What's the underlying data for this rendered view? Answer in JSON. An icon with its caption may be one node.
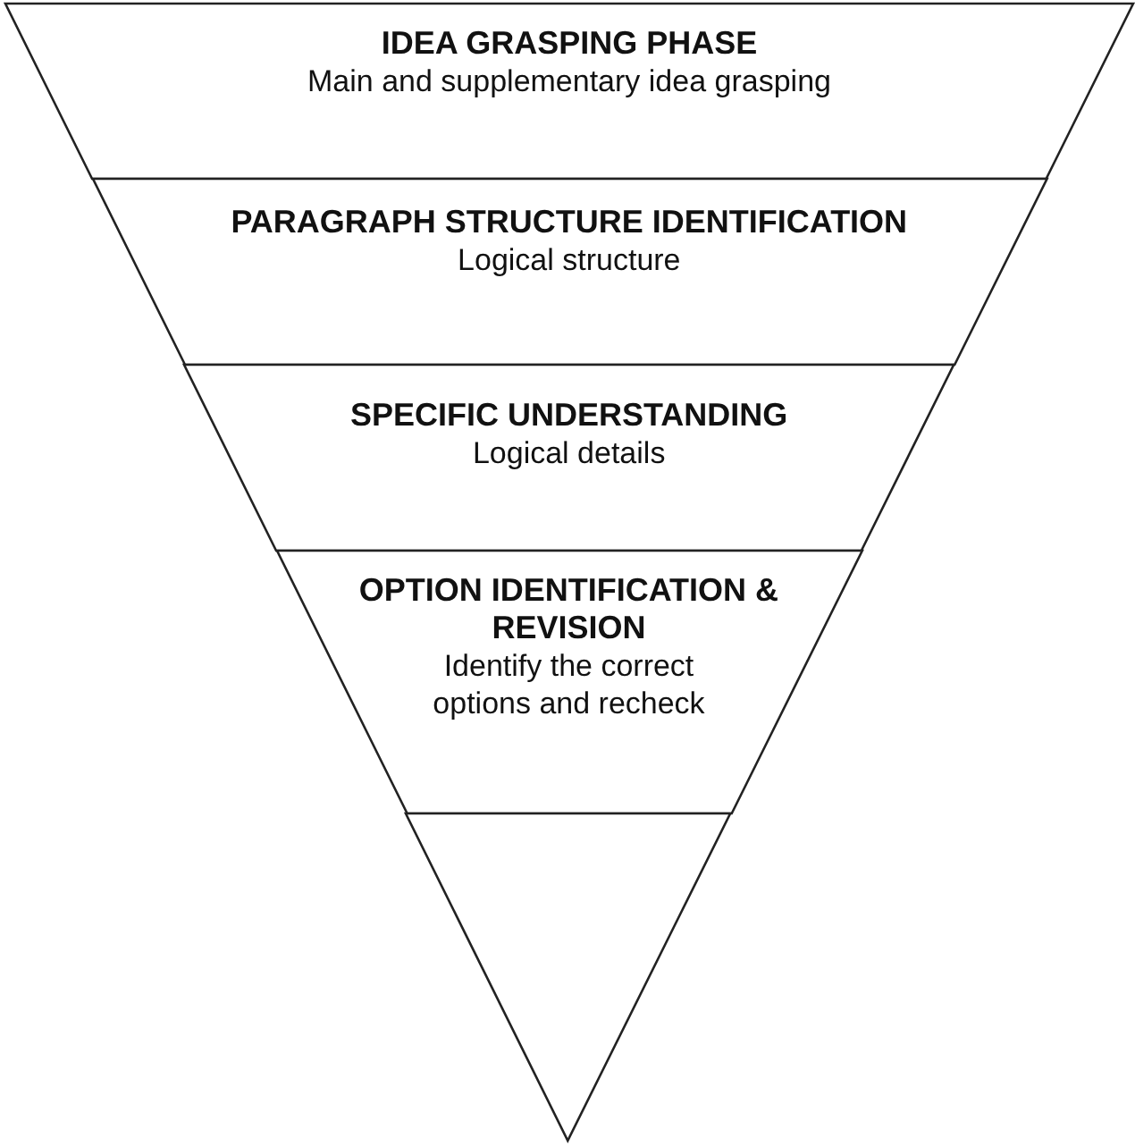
{
  "diagram": {
    "nodes": [
      {
        "text": [
          "IDEA GRASPING PHASE",
          "Main and supplementary idea grasping"
        ]
      },
      {
        "text": [
          "PARAGRAPH STRUCTURE IDENTIFICATION",
          "Logical structure"
        ]
      },
      {
        "text": [
          "SPECIFIC UNDERSTANDING",
          "Logical details"
        ]
      },
      {
        "text": [
          "OPTION IDENTIFICATION & REVISION",
          "Identify the correct options and recheck"
        ]
      },
      {
        "text": [],
        "shape": "triangle"
      }
    ]
  }
}
